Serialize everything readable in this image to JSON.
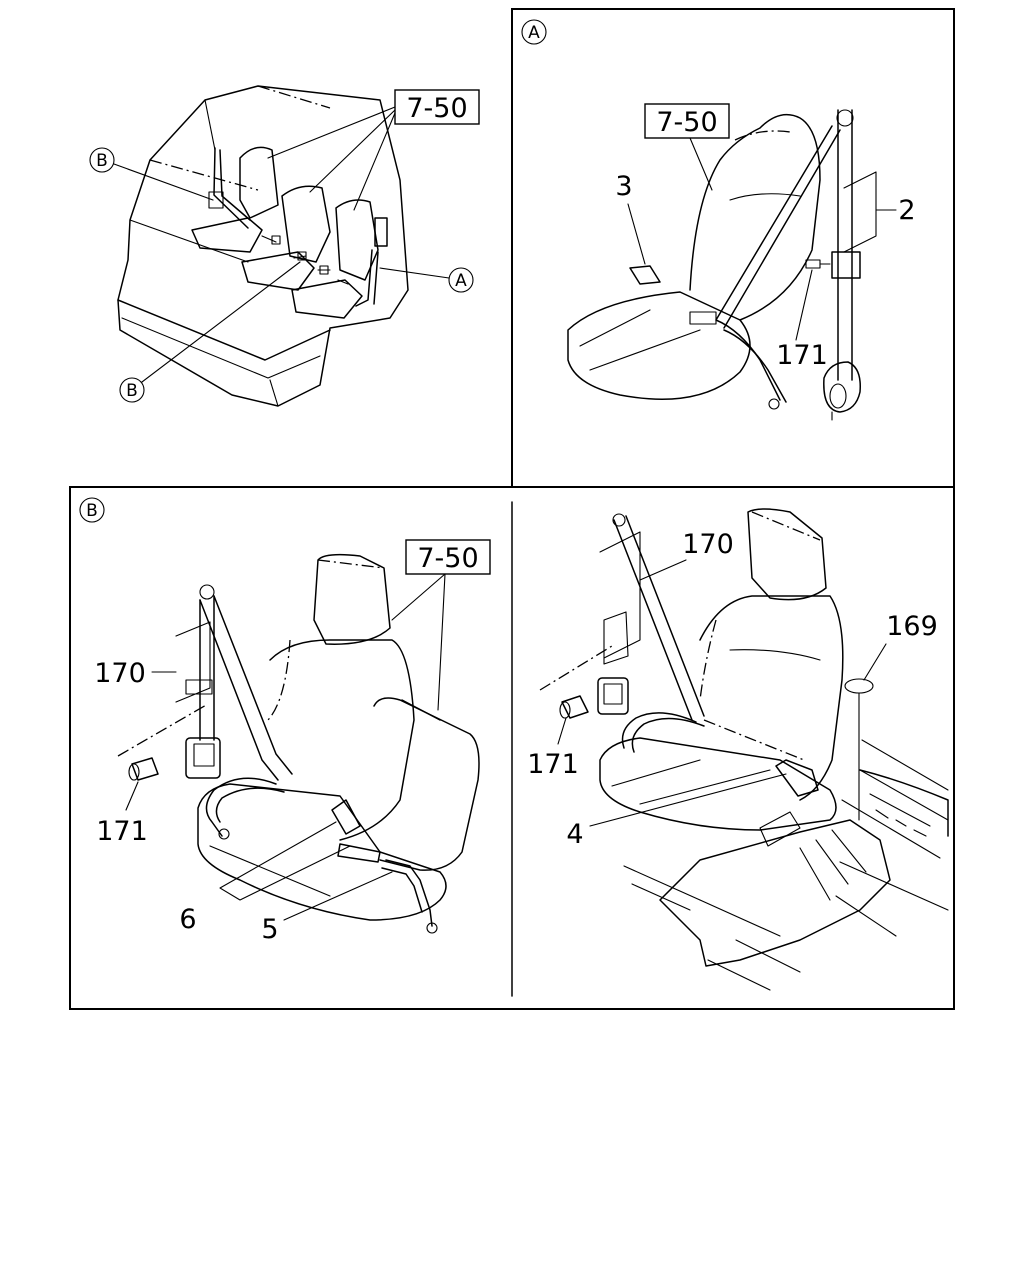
{
  "callouts": {
    "main_ref_circle_b_top": "B",
    "main_ref_circle_a": "A",
    "main_ref_circle_b_bottom": "B",
    "main_ref_box": "7-50",
    "panel_a_circle": "A",
    "panel_a_ref_box": "7-50",
    "panel_a_part_3": "3",
    "panel_a_part_2": "2",
    "panel_a_part_171": "171",
    "panel_b_circle": "B",
    "panel_b_ref_box": "7-50",
    "panel_b_part_170": "170",
    "panel_b_part_171": "171",
    "panel_b_part_6": "6",
    "panel_b_part_5": "5",
    "panel_br_part_170": "170",
    "panel_br_part_169": "169",
    "panel_br_part_171": "171",
    "panel_br_part_4": "4"
  }
}
